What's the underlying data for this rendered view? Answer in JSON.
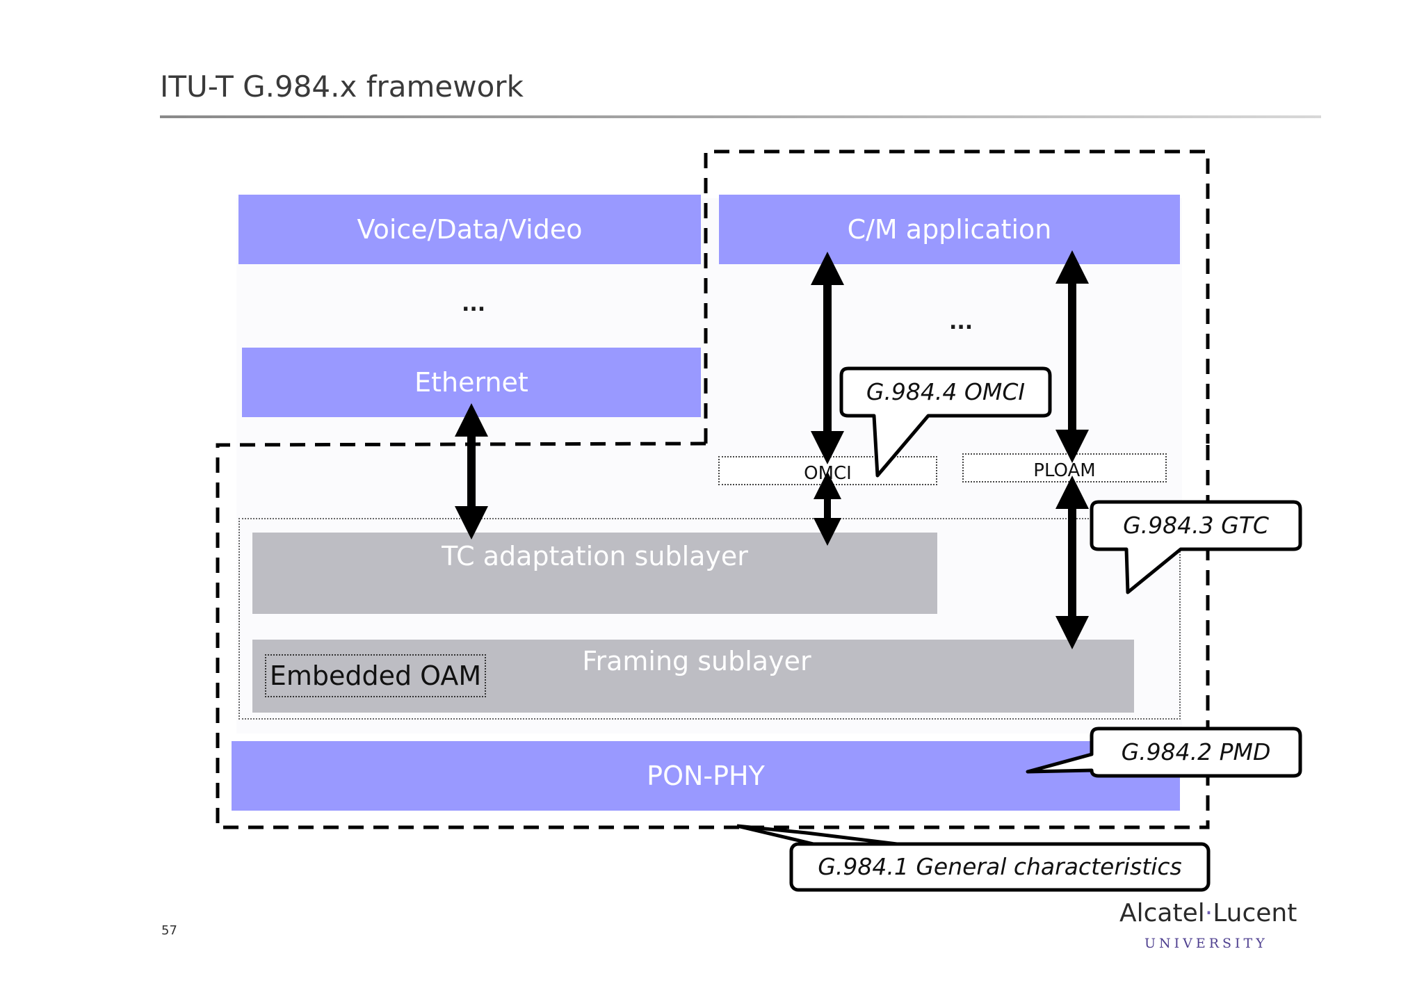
{
  "title": "ITU-T G.984.x framework",
  "layers": {
    "voice_data_video": "Voice/Data/Video",
    "cm_application": "C/M application",
    "ethernet": "Ethernet",
    "tc_adaptation": "TC adaptation sublayer",
    "framing": "Framing sublayer",
    "embedded_oam": "Embedded OAM",
    "pon_phy": "PON-PHY",
    "omci": "OMCI",
    "ploam": "PLOAM",
    "ellipsis_left": "...",
    "ellipsis_right": "..."
  },
  "callouts": {
    "g9844": "G.984.4 OMCI",
    "g9843": "G.984.3 GTC",
    "g9842": "G.984.2 PMD",
    "g9841": "G.984.1 General characteristics"
  },
  "footer": {
    "page_number": "57",
    "logo_left": "Alcatel",
    "logo_dot": "·",
    "logo_right": "Lucent",
    "logo_sub": "UNIVERSITY"
  },
  "colors": {
    "layer_blue": "#9999ff",
    "layer_grey": "#bdbdc3",
    "text_dark": "#1a1a1a"
  }
}
